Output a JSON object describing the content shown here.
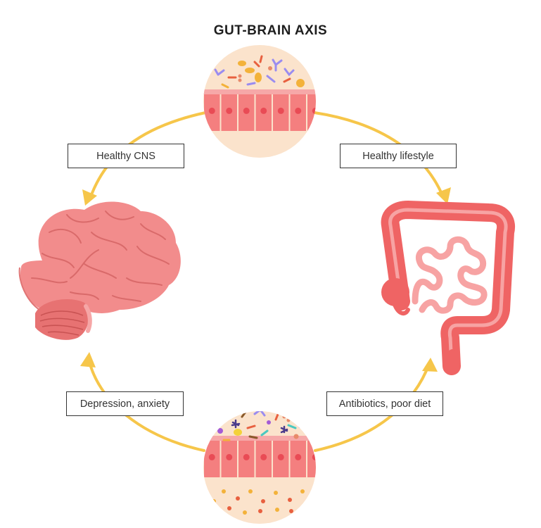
{
  "title": "GUT-BRAIN AXIS",
  "labels": {
    "top_left": "Healthy CNS",
    "top_right": "Healthy lifestyle",
    "bottom_left": "Depression, anxiety",
    "bottom_right": "Antibiotics, poor diet"
  },
  "colors": {
    "arrow": "#f6c64a",
    "brain": "#f28c8c",
    "brain_dark": "#d96a6a",
    "intestine": "#ef6464",
    "intestine_light": "#f7a3a3",
    "cell": "#f47f7f",
    "nucleus": "#e94b55",
    "circle_bg": "#fbe3cc"
  }
}
